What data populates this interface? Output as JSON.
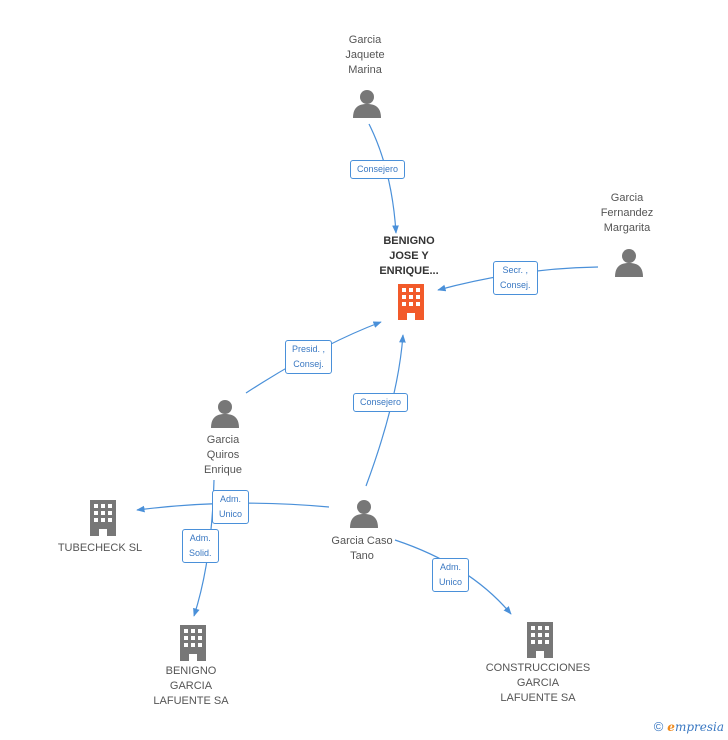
{
  "nodes": {
    "garcia_jaquete": {
      "lines": [
        "Garcia",
        "Jaquete",
        "Marina"
      ],
      "type": "person"
    },
    "benigno_main": {
      "lines": [
        "BENIGNO",
        "JOSE Y",
        "ENRIQUE..."
      ],
      "type": "company",
      "color": "#f25a2a"
    },
    "garcia_fernandez": {
      "lines": [
        "Garcia",
        "Fernandez",
        "Margarita"
      ],
      "type": "person"
    },
    "garcia_quiros": {
      "lines": [
        "Garcia",
        "Quiros",
        "Enrique"
      ],
      "type": "person"
    },
    "tubecheck": {
      "lines": [
        "TUBECHECK SL"
      ],
      "type": "company"
    },
    "garcia_caso": {
      "lines": [
        "Garcia Caso",
        "Tano"
      ],
      "type": "person"
    },
    "benigno_garcia": {
      "lines": [
        "BENIGNO",
        "GARCIA",
        "LAFUENTE SA"
      ],
      "type": "company"
    },
    "construcciones": {
      "lines": [
        "CONSTRUCCIONES",
        "GARCIA",
        "LAFUENTE SA"
      ],
      "type": "company"
    }
  },
  "edges": {
    "e1": {
      "lines": [
        "Consejero"
      ]
    },
    "e2": {
      "lines": [
        "Secr. ,",
        "Consej."
      ]
    },
    "e3": {
      "lines": [
        "Presid. ,",
        "Consej."
      ]
    },
    "e4": {
      "lines": [
        "Consejero"
      ]
    },
    "e5": {
      "lines": [
        "Adm.",
        "Unico"
      ]
    },
    "e6": {
      "lines": [
        "Adm.",
        "Solid."
      ]
    },
    "e7": {
      "lines": [
        "Adm.",
        "Unico"
      ]
    }
  },
  "colors": {
    "edge": "#4a90d9",
    "person": "#777777",
    "company": "#777777",
    "main_company": "#f25a2a"
  },
  "footer": {
    "copyright": "©",
    "brand_e": "e",
    "brand_rest": "mpresia"
  }
}
